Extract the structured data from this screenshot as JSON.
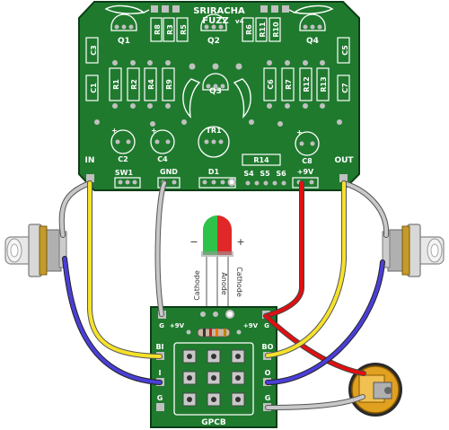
{
  "main_board": {
    "title_line1": "SRIRACHA",
    "title_line2": "FUZZ",
    "version": "v4",
    "transistors": [
      "Q1",
      "Q2",
      "Q3",
      "Q4"
    ],
    "resistors": [
      "R1",
      "R2",
      "R3",
      "R4",
      "R5",
      "R6",
      "R7",
      "R8",
      "R9",
      "R10",
      "R11",
      "R12",
      "R13",
      "R14"
    ],
    "capacitors": [
      "C1",
      "C2",
      "C3",
      "C4",
      "C5",
      "C6",
      "C7",
      "C8"
    ],
    "trimmer": "TR1",
    "diode": "D1",
    "switches": [
      "SW1",
      "S4",
      "S5",
      "S6"
    ],
    "pads": {
      "in": "IN",
      "gnd": "GND",
      "power": "+9V",
      "out": "OUT"
    }
  },
  "led": {
    "legs": [
      "Cathode",
      "Anode",
      "Cathode"
    ],
    "polarity_marks": [
      "−",
      "+"
    ]
  },
  "footswitch_board": {
    "name": "GPCB",
    "pads": {
      "bi": "BI",
      "bo": "BO",
      "i": "I",
      "o": "O",
      "g_left": "G",
      "g_right": "G",
      "g_top_left": "G",
      "g_top_right": "G",
      "power_left": "+9V",
      "power_right": "+9V"
    }
  },
  "colors": {
    "pcb": "#1f7a2e",
    "pcb_edge": "#0d3d16",
    "wire_yellow": "#f5e22a",
    "wire_gray": "#c8c8c8",
    "wire_red": "#e01010",
    "wire_blue": "#4b3fd8",
    "led_green": "#2fc24a",
    "led_red": "#e02828",
    "silk": "#ffffff",
    "pad": "#c0c0c0"
  }
}
